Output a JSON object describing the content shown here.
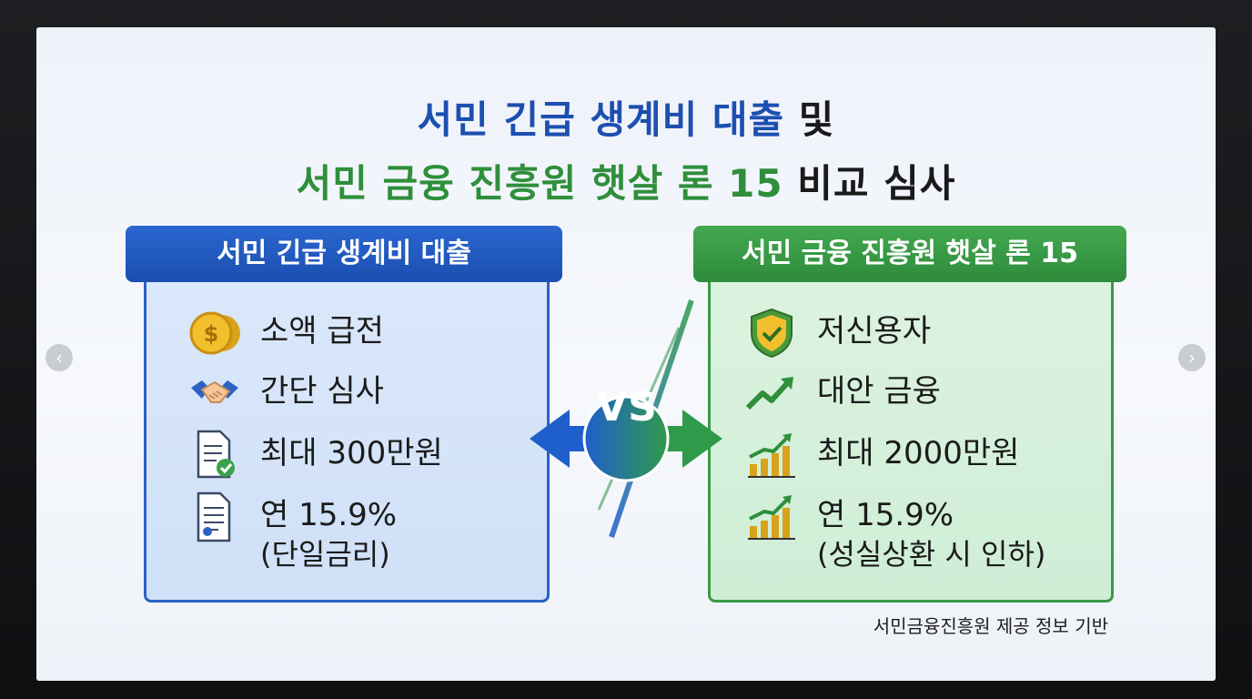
{
  "title": {
    "line1_blue": "서민 긴급 생계비 대출",
    "line1_dark": " 및",
    "line2_green": "서민 금융 진흥원 햇살 론 15",
    "line2_dark": " 비교 심사"
  },
  "left_panel": {
    "header": "서민 긴급 생계비 대출",
    "items": [
      {
        "icon": "coins-icon",
        "text": "소액 급전",
        "sub": ""
      },
      {
        "icon": "handshake-icon",
        "text": "간단 심사",
        "sub": ""
      },
      {
        "icon": "document-check-icon",
        "text": "최대 300만원",
        "sub": ""
      },
      {
        "icon": "document-gear-icon",
        "text": "연 15.9%",
        "sub": "(단일금리)"
      }
    ]
  },
  "right_panel": {
    "header": "서민 금융 진흥원 햇살 론 15",
    "items": [
      {
        "icon": "shield-check-icon",
        "text": "저신용자",
        "sub": ""
      },
      {
        "icon": "trend-up-icon",
        "text": "대안 금융",
        "sub": ""
      },
      {
        "icon": "bar-chart-up-icon",
        "text": "최대 2000만원",
        "sub": ""
      },
      {
        "icon": "bar-chart-up-icon",
        "text": "연 15.9%",
        "sub": "(성실상환 시 인하)"
      }
    ]
  },
  "vs_label": "VS",
  "footnote": "서민금융진흥원 제공 정보 기반",
  "colors": {
    "blue": "#1d4fb0",
    "green": "#2f8f3b",
    "header_blue": "#2a66cf",
    "header_green": "#43a851"
  }
}
